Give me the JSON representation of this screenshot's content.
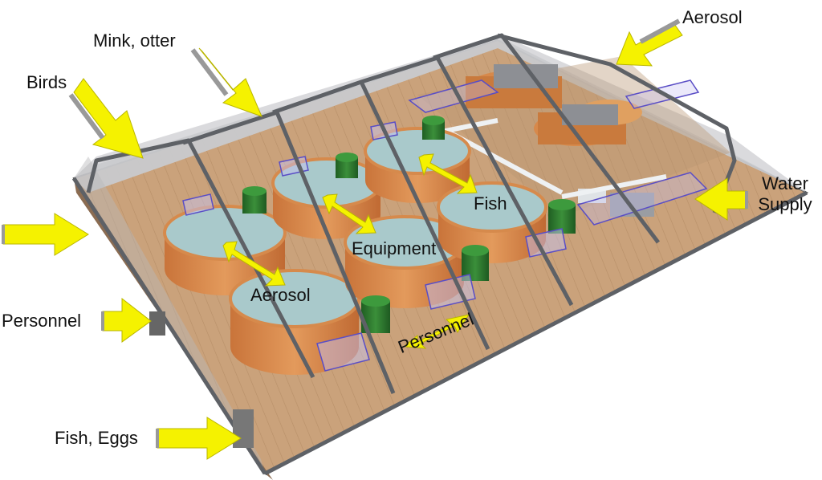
{
  "external_threats": {
    "aerosol": "Aerosol",
    "mink_otter": "Mink, otter",
    "birds": "Birds",
    "water_supply_line1": "Water",
    "water_supply_line2": "Supply",
    "personnel": "Personnel",
    "fish_eggs": "Fish, Eggs"
  },
  "internal_pathways": {
    "fish": "Fish",
    "equipment": "Equipment",
    "aerosol": "Aerosol",
    "personnel": "Personnel"
  },
  "colors": {
    "arrow": "#f5f200",
    "floor": "#c9a27a",
    "roof": "#c8c9cc",
    "tank": "#d98a4a",
    "water": "#9ec3c6",
    "frame": "#6b6e72",
    "green_tank": "#2f7a2f"
  }
}
